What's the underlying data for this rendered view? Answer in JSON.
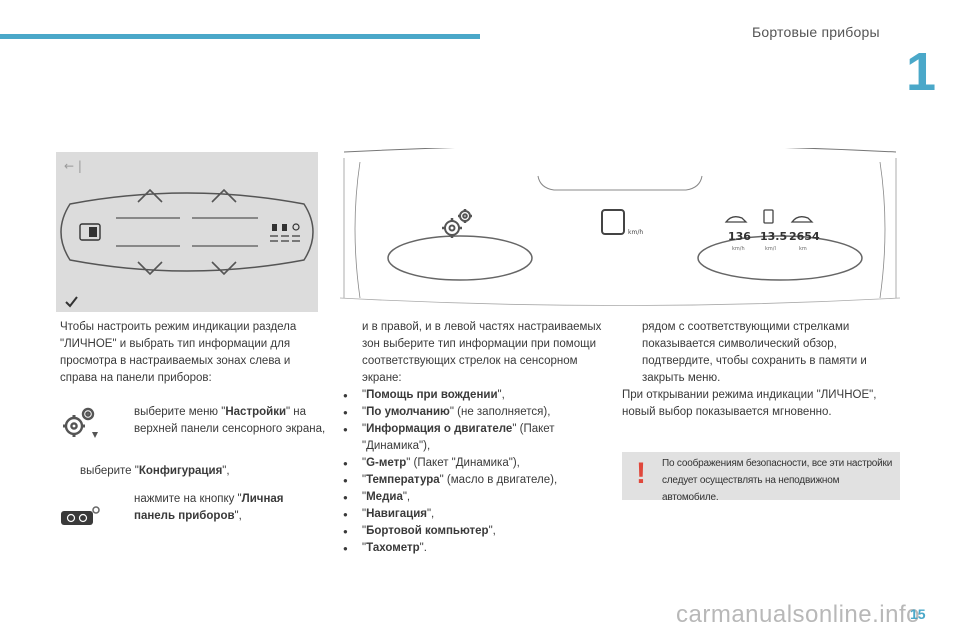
{
  "header": {
    "section_title": "Бортовые приборы",
    "chapter_number": "1"
  },
  "illustrations": {
    "panel_speed_unit": "km/h",
    "panel_values": [
      "136",
      "13.5",
      "2654"
    ],
    "panel_units": [
      "km/h",
      "km/l",
      "km"
    ]
  },
  "col1": {
    "intro": "Чтобы настроить режим индикации раздела \"ЛИЧНОЕ\" и выбрать тип информации для просмотра в настраиваемых зонах слева и справа на панели приборов:",
    "step1_pre": "выберите меню \"",
    "step1_bold": "Настройки",
    "step1_post": "\" на верхней панели сенсорного экрана,",
    "step2_pre": "выберите \"",
    "step2_bold": "Конфигурация",
    "step2_post": "\",",
    "step3_pre": "нажмите на кнопку \"",
    "step3_bold": "Личная панель приборов",
    "step3_post": "\","
  },
  "col2": {
    "intro": "и в правой, и в левой частях настраиваемых зон выберите тип информации при помощи соответствующих стрелок на сенсорном экране:",
    "options": [
      {
        "bold": "Помощь при вождении",
        "rest": "\","
      },
      {
        "bold": "По умолчанию",
        "rest": "\" (не заполняется),"
      },
      {
        "bold": "Информация о двигателе",
        "rest": "\" (Пакет \"Динамика\"),"
      },
      {
        "bold": "G-метр",
        "rest": "\" (Пакет \"Динамика\"),"
      },
      {
        "bold": "Температура",
        "rest": "\" (масло в двигателе),"
      },
      {
        "bold": "Медиа",
        "rest": "\","
      },
      {
        "bold": "Навигация",
        "rest": "\","
      },
      {
        "bold": "Бортовой компьютер",
        "rest": "\","
      },
      {
        "bold": "Тахометр",
        "rest": "\"."
      }
    ]
  },
  "col3": {
    "step1": "рядом с соответствующими стрелками показывается символический обзор,",
    "step2": "подтвердите, чтобы сохранить в памяти и закрыть меню.",
    "para": "При открывании режима индикации \"ЛИЧНОЕ\", новый выбор показывается мгновенно.",
    "warning": "По соображениям безопасности, все эти настройки следует осуществлять на неподвижном автомобиле.",
    "warning_mark": "!"
  },
  "footer": {
    "page_number": "15",
    "watermark": "carmanualsonline.info"
  },
  "glyphs": {
    "arrow": "",
    "quote": "\""
  },
  "colors": {
    "accent": "#4aa8c9",
    "warning": "#e0483c",
    "panel_bg": "#dcdcdc"
  }
}
